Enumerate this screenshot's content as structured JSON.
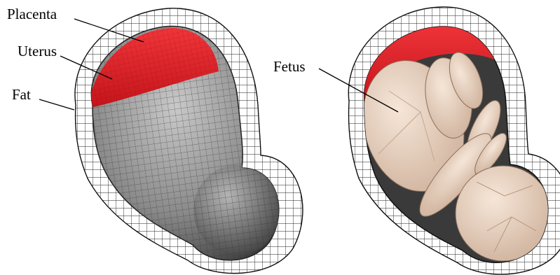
{
  "labels": {
    "placenta": "Placenta",
    "uterus": "Uterus",
    "fat": "Fat",
    "fetus": "Fetus"
  },
  "colors": {
    "placenta": "#d91f26",
    "uterus_mesh": "#5a5a5a",
    "fat_mesh": "#222222",
    "fetus_skin": "#e9d1bd"
  }
}
